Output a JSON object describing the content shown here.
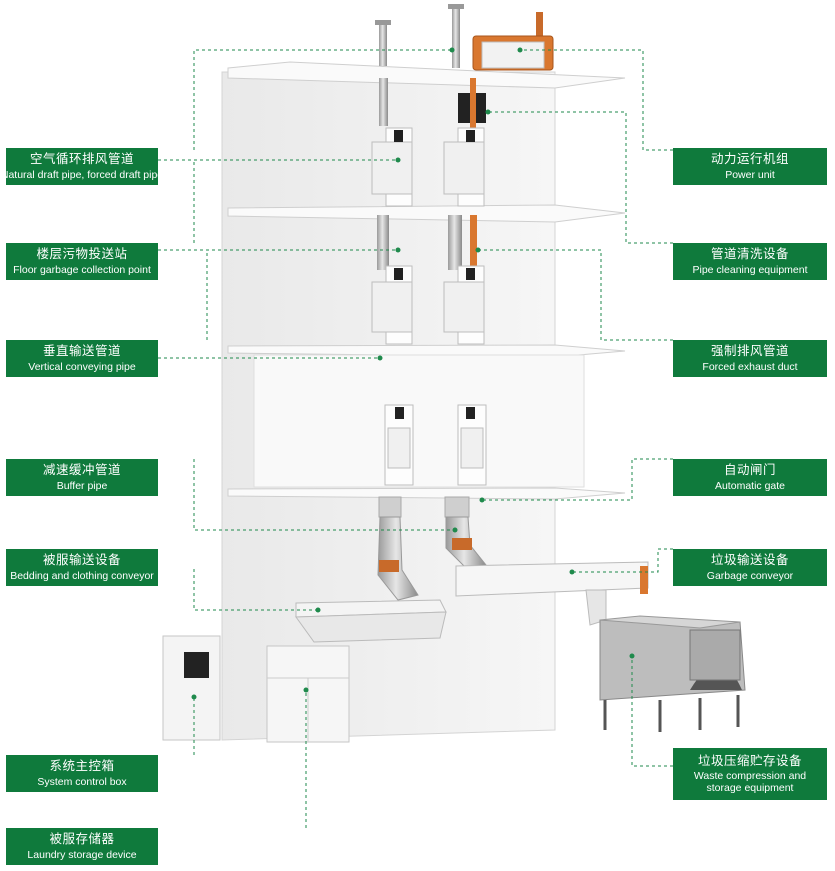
{
  "labels": {
    "natural_draft": {
      "cn": "空气循环排风管道",
      "en": "Natural draft pipe, forced draft pipe"
    },
    "floor_garbage": {
      "cn": "楼层污物投送站",
      "en": "Floor garbage collection point"
    },
    "vertical_pipe": {
      "cn": "垂直输送管道",
      "en": "Vertical conveying pipe"
    },
    "buffer_pipe": {
      "cn": "减速缓冲管道",
      "en": "Buffer pipe"
    },
    "bedding_conveyor": {
      "cn": "被服输送设备",
      "en": "Bedding and clothing conveyor"
    },
    "control_box": {
      "cn": "系统主控箱",
      "en": "System control box"
    },
    "laundry_storage": {
      "cn": "被服存储器",
      "en": "Laundry storage device"
    },
    "power_unit": {
      "cn": "动力运行机组",
      "en": "Power unit"
    },
    "pipe_cleaning": {
      "cn": "管道清洗设备",
      "en": "Pipe cleaning equipment"
    },
    "forced_exhaust": {
      "cn": "强制排风管道",
      "en": "Forced exhaust duct"
    },
    "automatic_gate": {
      "cn": "自动闸门",
      "en": "Automatic gate"
    },
    "garbage_conveyor": {
      "cn": "垃圾输送设备",
      "en": "Garbage conveyor"
    },
    "waste_compression": {
      "cn": "垃圾压缩贮存设备",
      "en": "Waste compression and storage equipment"
    }
  },
  "colors": {
    "label_bg": "#0f7a3c",
    "leader": "#1f8a4c",
    "pipe_orange": "#d9772f"
  }
}
